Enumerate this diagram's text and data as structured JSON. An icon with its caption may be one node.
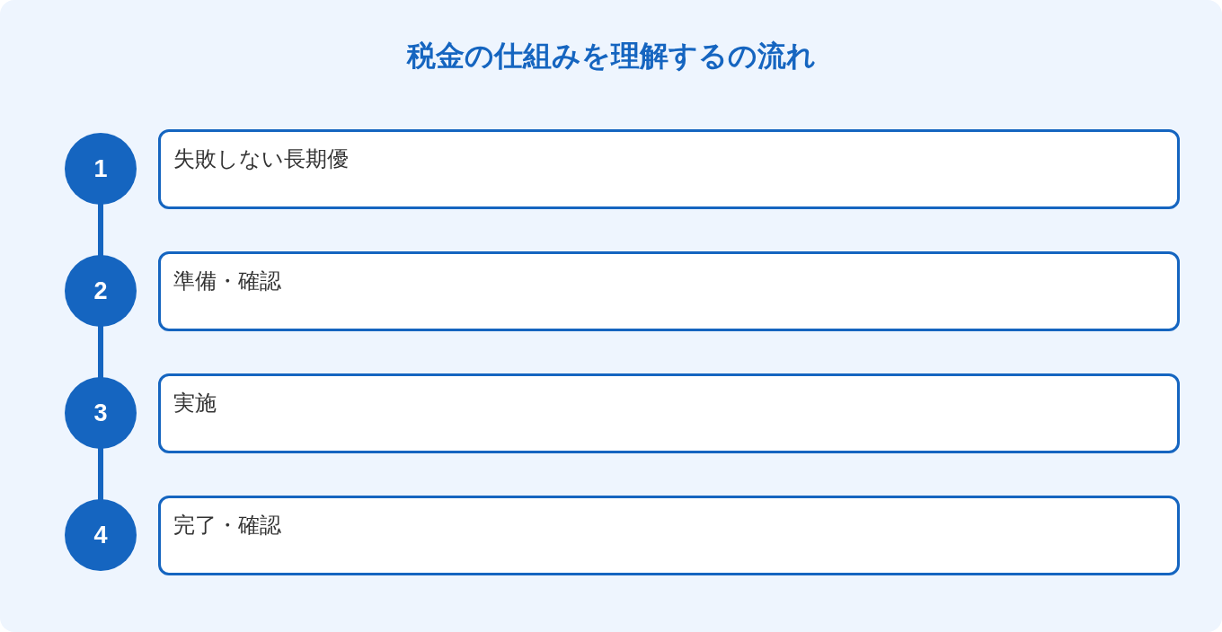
{
  "diagram": {
    "title": "税金の仕組みを理解するの流れ",
    "nodes": [
      {
        "text": [
          "1"
        ]
      },
      {
        "text": [
          "失敗しない長期優"
        ]
      },
      {
        "text": [
          "2"
        ]
      },
      {
        "text": [
          "準備・確認"
        ]
      },
      {
        "text": [
          "3"
        ]
      },
      {
        "text": [
          "実施"
        ]
      },
      {
        "text": [
          "4"
        ]
      },
      {
        "text": [
          "完了・確認"
        ]
      }
    ],
    "edges": [
      {
        "from": 0,
        "to": 2,
        "arrow": "none"
      },
      {
        "from": 2,
        "to": 4,
        "arrow": "none"
      },
      {
        "from": 4,
        "to": 6,
        "arrow": "none"
      }
    ]
  }
}
